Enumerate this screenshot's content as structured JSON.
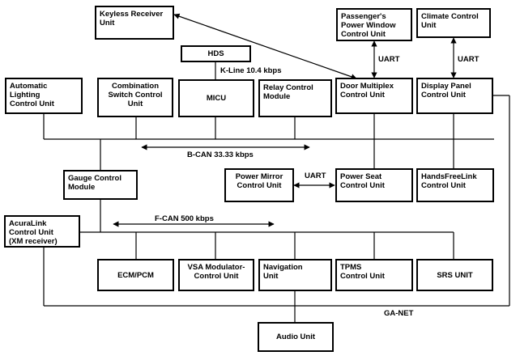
{
  "units": {
    "keyless_receiver": "Keyless Receiver\nUnit",
    "passenger_power_window": "Passenger's\nPower Window\nControl Unit",
    "climate_control": "Climate Control\nUnit",
    "hds": "HDS",
    "auto_lighting": "Automatic\nLighting\nControl Unit",
    "combination_switch": "Combination\nSwitch Control\nUnit",
    "micu": "MICU",
    "relay_control": "Relay Control\nModule",
    "door_multiplex": "Door Multiplex\nControl Unit",
    "display_panel": "Display Panel\nControl Unit",
    "gauge_control": "Gauge Control\nModule",
    "power_mirror": "Power Mirror\nControl Unit",
    "power_seat": "Power Seat\nControl Unit",
    "handsfreelink": "HandsFreeLink\nControl Unit",
    "acuralink": "AcuraLink\nControl Unit\n(XM receiver)",
    "ecm_pcm": "ECM/PCM",
    "vsa_modulator": "VSA Modulator-\nControl Unit",
    "navigation": "Navigation\nUnit",
    "tpms": "TPMS\nControl Unit",
    "srs": "SRS UNIT",
    "audio": "Audio Unit"
  },
  "links": {
    "kline": "K-Line 10.4 kbps",
    "bcan": "B-CAN 33.33 kbps",
    "fcan": "F-CAN 500 kbps",
    "uart_window": "UART",
    "uart_climate": "UART",
    "uart_mirror_seat": "UART",
    "ganet": "GA-NET"
  }
}
